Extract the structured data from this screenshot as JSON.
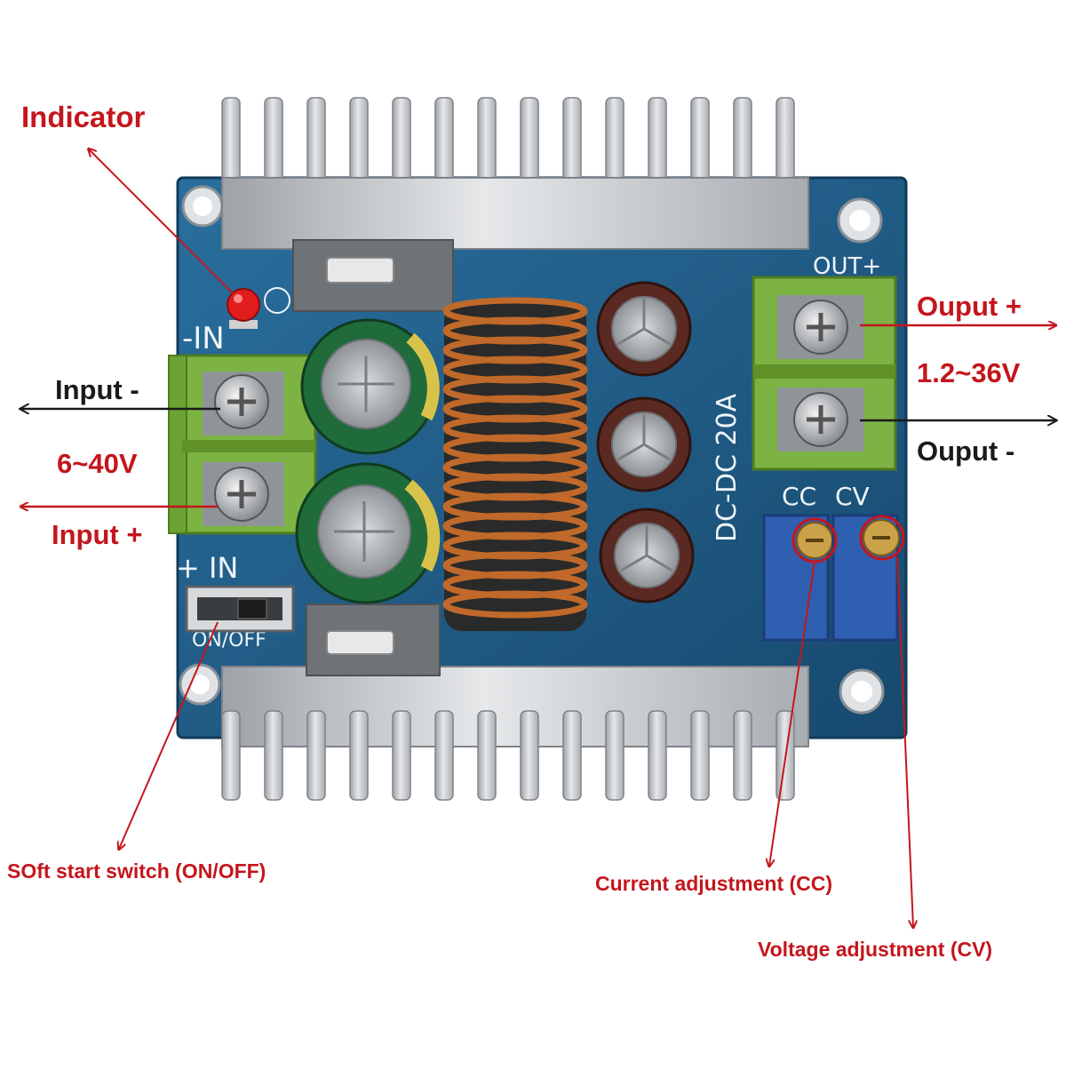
{
  "labels": {
    "indicator": "Indicator",
    "input_minus": "Input -",
    "input_range": "6~40V",
    "input_plus": "Input +",
    "output_plus": "Ouput +",
    "output_range": "1.2~36V",
    "output_minus": "Ouput -",
    "soft_start": "SOft start switch (ON/OFF)",
    "current_adj": "Current adjustment (CC)",
    "voltage_adj": "Voltage adjustment (CV)"
  },
  "silkscreen": {
    "in_minus": "-IN",
    "in_plus": "+ IN",
    "out_plus": "OUT+",
    "cc": "CC",
    "cv": "CV",
    "model": "DC-DC 20A",
    "switch": "ON/OFF"
  },
  "colors": {
    "pcb": "#1f5f8b",
    "heatsink": "#c9ccd0",
    "terminal": "#7cb342",
    "annotation_red": "#c4161c",
    "copper": "#c0692a"
  }
}
